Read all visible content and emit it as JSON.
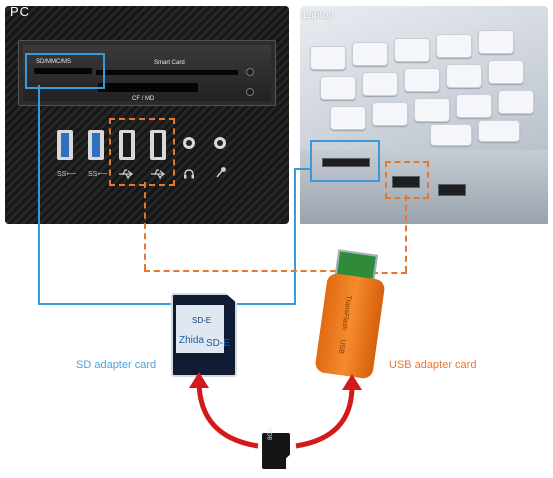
{
  "pc": {
    "title": "PC",
    "reader_label_left": "SD/MMC/MS",
    "reader_label_right": "Smart Card",
    "reader_label_bottom": "CF / MD",
    "usb_ss_label_1": "SS⟵",
    "usb_ss_label_2": "SS⟵"
  },
  "laptop": {
    "title": "Laptop"
  },
  "sd_adapter": {
    "brand": "Zhida",
    "sticker": "SD-E",
    "caption": "SD adapter card"
  },
  "usb_adapter": {
    "brand_text": "TransFlash",
    "side_text": "USB",
    "caption": "USB adapter card"
  },
  "micro_sd": {
    "label": "8GB"
  },
  "colors": {
    "sd_path": "#3a9ad9",
    "usb_path": "#e8772e",
    "arrow": "#d21a1a"
  }
}
